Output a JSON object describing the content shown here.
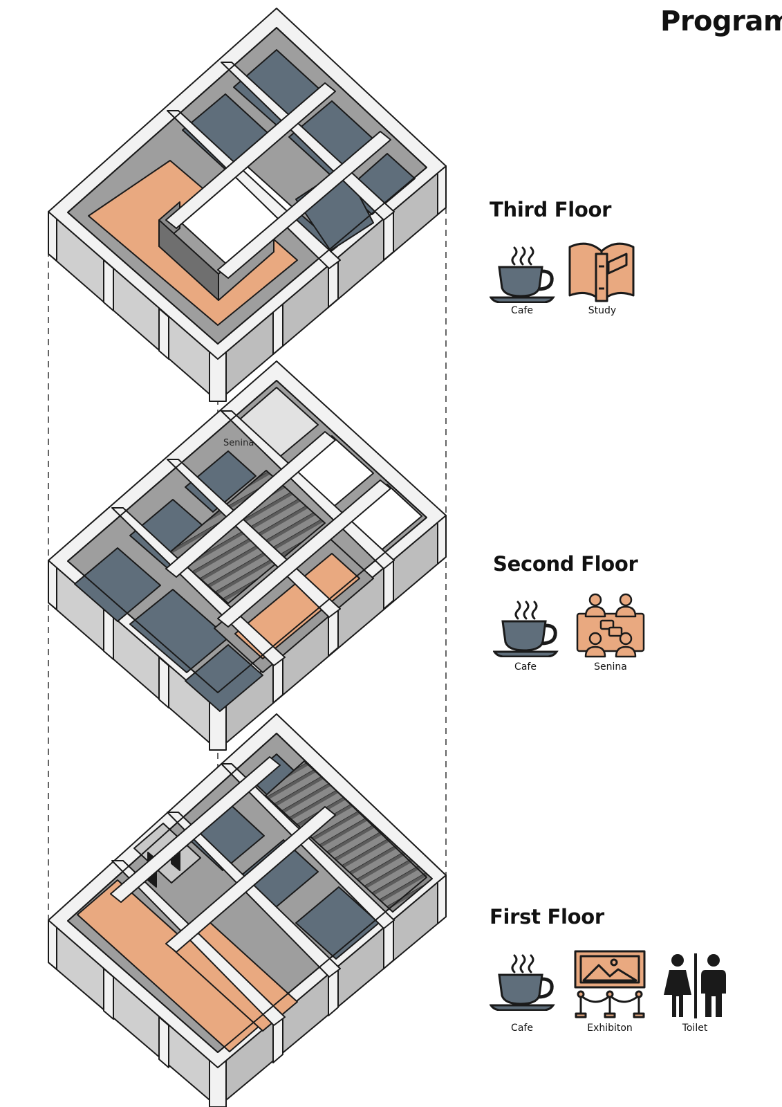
{
  "title": "Program",
  "plan_label": "Senina",
  "colors": {
    "slate": "#5f6e7b",
    "salmon": "#e9a980",
    "wall_gray": "#a0a0a0",
    "wall_dark": "#7a7a7a",
    "frame": "#f0f0f0",
    "outline": "#1a1a1a"
  },
  "floors": [
    {
      "name": "Third Floor",
      "programs": [
        {
          "label": "Cafe",
          "icon": "coffee-cup-icon"
        },
        {
          "label": "Study",
          "icon": "open-book-icon"
        }
      ]
    },
    {
      "name": "Second Floor",
      "programs": [
        {
          "label": "Cafe",
          "icon": "coffee-cup-icon"
        },
        {
          "label": "Senina",
          "icon": "seminar-meeting-icon"
        }
      ]
    },
    {
      "name": "First Floor",
      "programs": [
        {
          "label": "Cafe",
          "icon": "coffee-cup-icon"
        },
        {
          "label": "Exhibiton",
          "icon": "framed-picture-icon"
        },
        {
          "label": "Toilet",
          "icon": "restroom-icon"
        }
      ]
    }
  ]
}
